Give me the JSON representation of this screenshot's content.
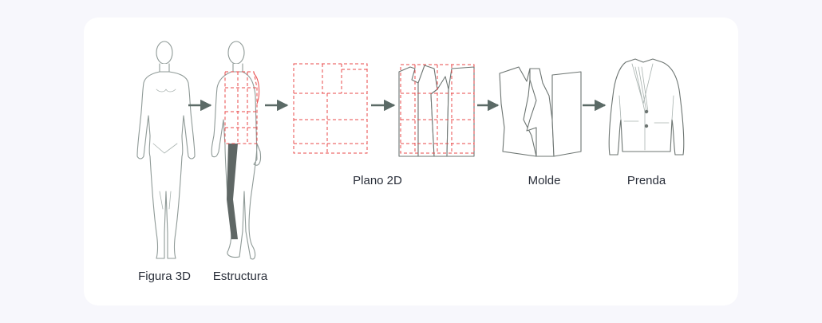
{
  "steps": [
    {
      "id": "figura-3d",
      "label": "Figura 3D",
      "icon": "figure-3d-icon"
    },
    {
      "id": "estructura",
      "label": "Estructura",
      "icon": "structure-figure-icon"
    },
    {
      "id": "plano-2d",
      "label": "Plano 2D",
      "icon": "flat-pattern-grid-icon"
    },
    {
      "id": "molde",
      "label": "Molde",
      "icon": "pattern-pieces-icon"
    },
    {
      "id": "prenda",
      "label": "Prenda",
      "icon": "jacket-icon"
    }
  ],
  "colors": {
    "page_background": "#f7f7fc",
    "card_background": "#ffffff",
    "figure_outline": "#8f9a97",
    "construction_lines": "#e8494a",
    "arrow": "#5b6a66",
    "label_text": "#2a2f3a"
  }
}
